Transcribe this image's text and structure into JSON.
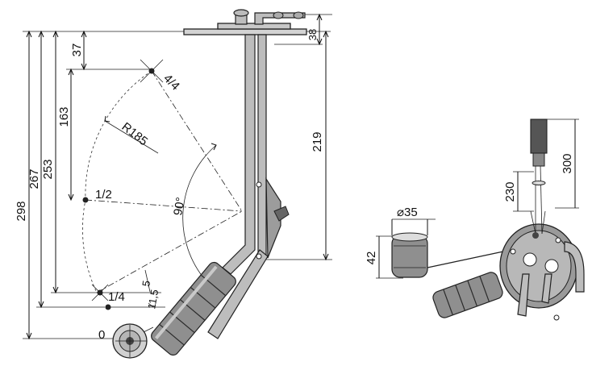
{
  "dimensions": {
    "total_height": "298",
    "level_267": "267",
    "level_253": "253",
    "tube_length": "219",
    "upper_offset": "37",
    "arc_center_offset": "163",
    "flange_height": "38",
    "arc_radius": "R185",
    "swing_angle": "90°",
    "offset_5": "5",
    "offset_11_5": "11,5"
  },
  "levels": {
    "full": "4/4",
    "half": "1/2",
    "quarter": "1/4",
    "empty": "0"
  },
  "detail_view": {
    "float_diameter": "⌀35",
    "float_height": "42",
    "rod_length": "300",
    "rod_short": "230"
  }
}
